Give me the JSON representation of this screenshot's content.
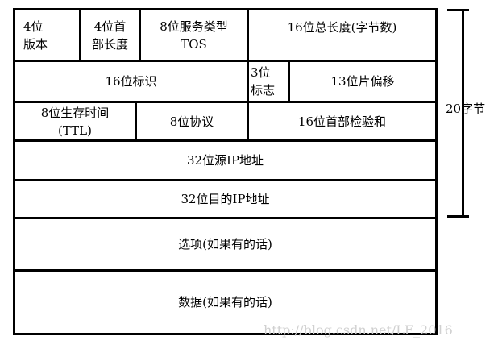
{
  "rows": {
    "r1": [
      "4位\n版本",
      "4位首\n部长度",
      "8位服务类型\nTOS",
      "16位总长度(字节数)"
    ],
    "r2": [
      "16位标识",
      "3位\n标志",
      "13位片偏移"
    ],
    "r3": [
      "8位生存时间\n(TTL)",
      "8位协议",
      "16位首部检验和"
    ],
    "r4": "32位源IP地址",
    "r5": "32位目的IP地址",
    "r6": "选项(如果有的话)",
    "r7": "数据(如果有的话)"
  },
  "bracket_label": "20字节",
  "watermark": "http://blog.csdn.net/LF_2016"
}
